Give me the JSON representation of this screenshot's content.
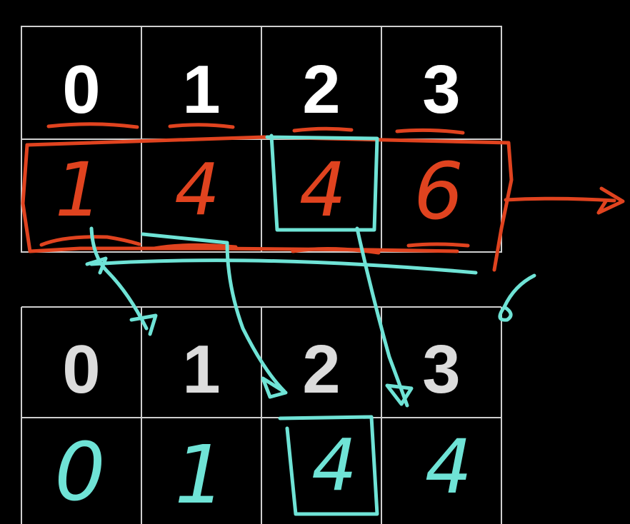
{
  "colors": {
    "background": "#000000",
    "grid_line": "#cfcfcf",
    "index_top": "#ffffff",
    "index_bottom": "#dcdcdc",
    "annotation_red": "#e0431f",
    "annotation_cyan": "#6fe3d6"
  },
  "top_array": {
    "indices": [
      "0",
      "1",
      "2",
      "3"
    ],
    "values": [
      "1",
      "4",
      "4",
      "6"
    ]
  },
  "bottom_array": {
    "indices": [
      "0",
      "1",
      "2",
      "3"
    ],
    "values": [
      "0",
      "1",
      "4",
      "4"
    ]
  }
}
